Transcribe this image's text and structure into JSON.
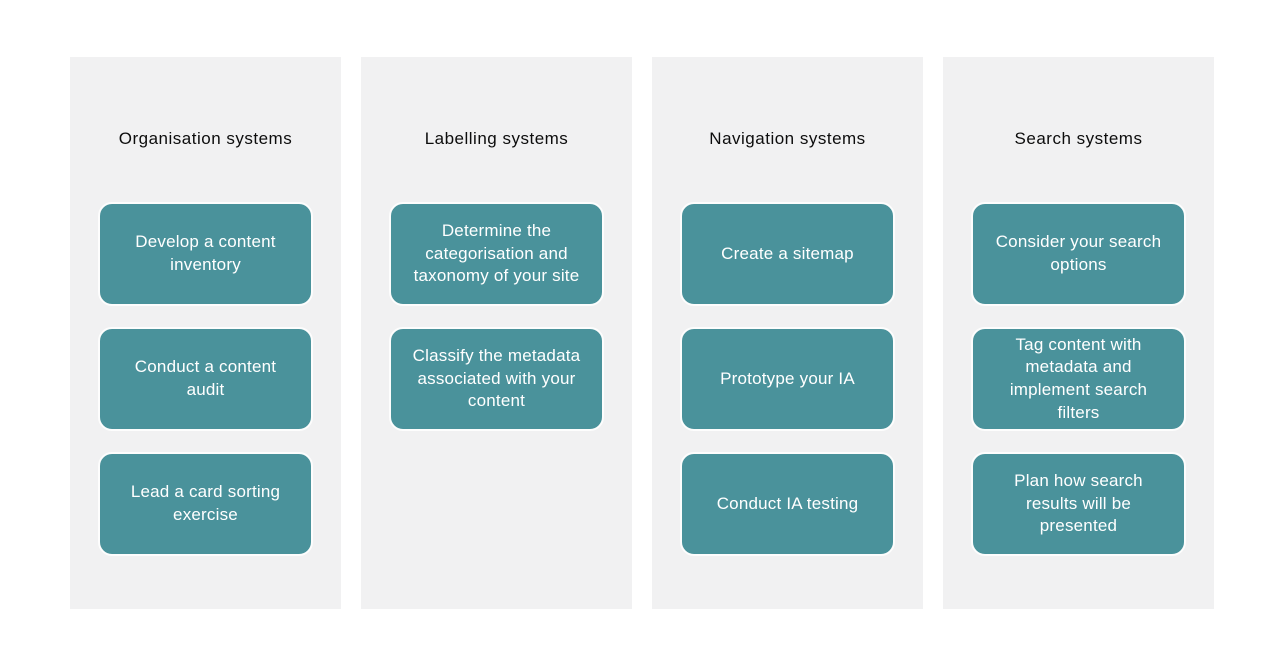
{
  "board": {
    "columns": [
      {
        "title": "Organisation systems",
        "cards": [
          "Develop a content inventory",
          "Conduct a content audit",
          "Lead a card sorting exercise"
        ]
      },
      {
        "title": "Labelling systems",
        "cards": [
          "Determine the categorisation and taxonomy of your site",
          "Classify the metadata associated with your content"
        ]
      },
      {
        "title": "Navigation systems",
        "cards": [
          "Create a sitemap",
          "Prototype your IA",
          "Conduct IA testing"
        ]
      },
      {
        "title": "Search systems",
        "cards": [
          "Consider your search options",
          "Tag content with metadata and implement search filters",
          "Plan how search results will be presented"
        ]
      }
    ],
    "colors": {
      "page_bg": "#ffffff",
      "column_bg": "#f1f1f2",
      "card_bg": "#4a929b",
      "card_border": "#fdfdfd",
      "card_text": "#ffffff",
      "header_text": "#0d0d0d"
    }
  }
}
